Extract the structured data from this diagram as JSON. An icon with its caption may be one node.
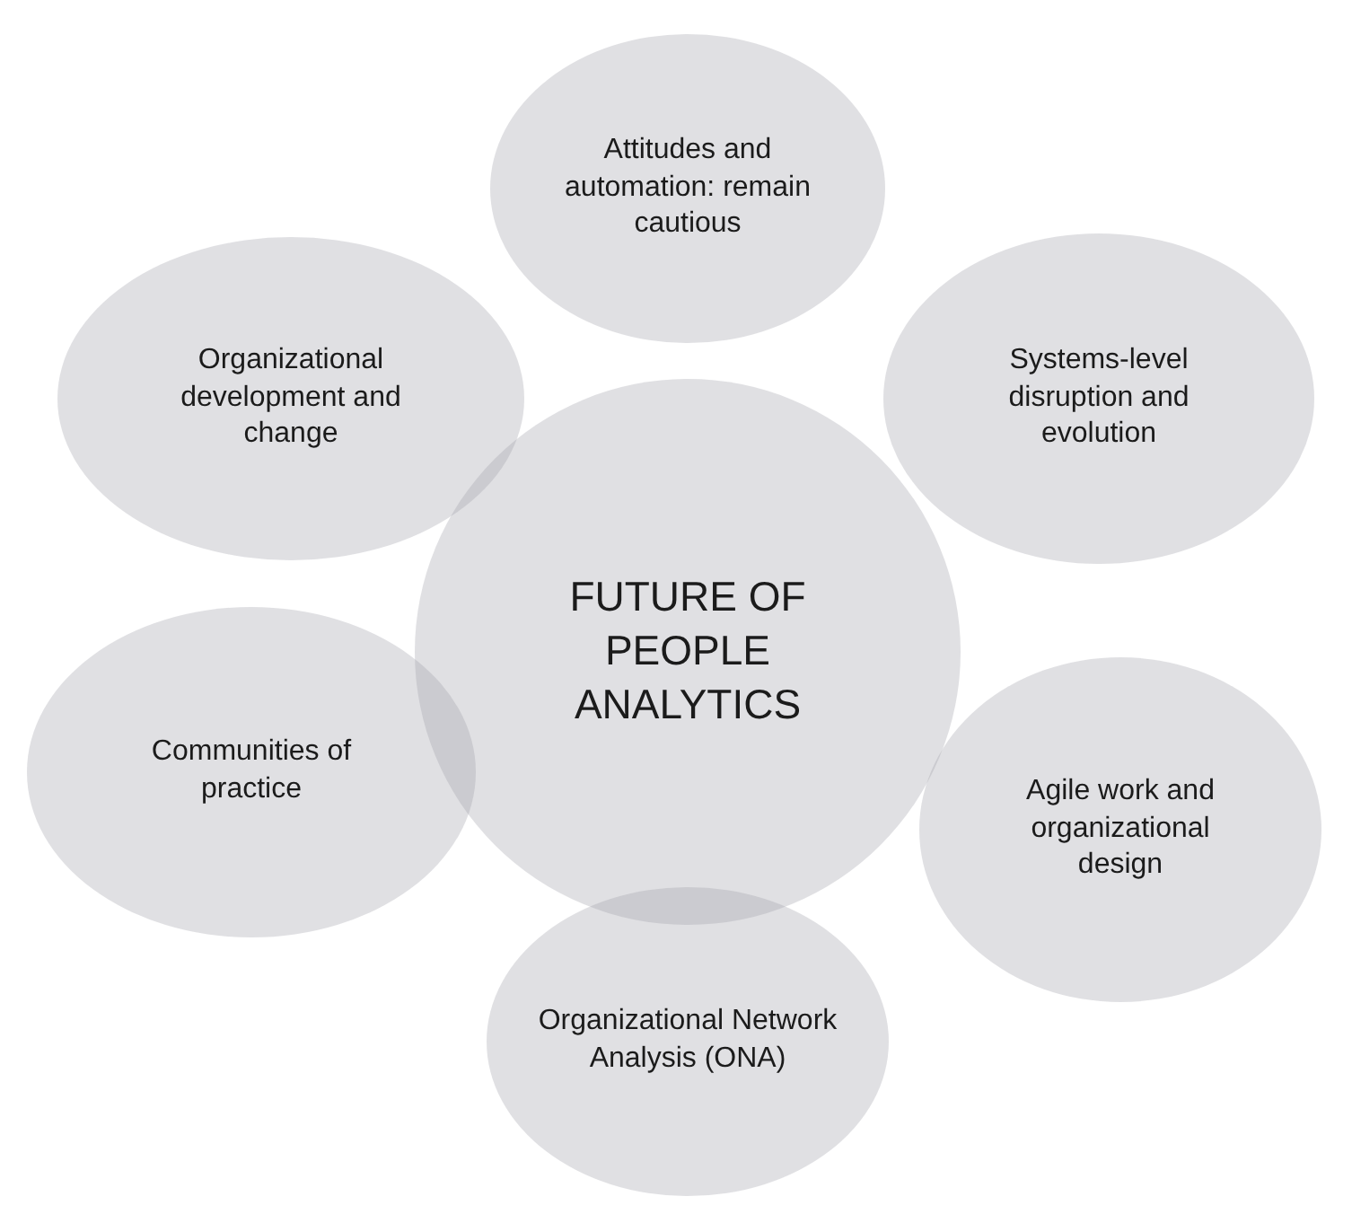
{
  "diagram": {
    "nodes": [
      {
        "text": [
          "FUTURE OF PEOPLE ANALYTICS"
        ]
      },
      {
        "text": [
          "Attitudes and automation: remain cautious"
        ]
      },
      {
        "text": [
          "Organizational development and change"
        ]
      },
      {
        "text": [
          "Systems-level disruption and evolution"
        ]
      },
      {
        "text": [
          "Communities of practice"
        ]
      },
      {
        "text": [
          "Agile work and organizational design"
        ]
      },
      {
        "text": [
          "Organizational Network Analysis (ONA)"
        ]
      }
    ]
  }
}
